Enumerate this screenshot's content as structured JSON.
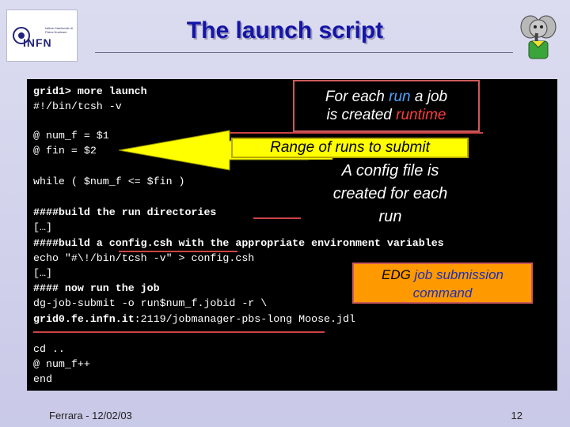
{
  "slide": {
    "title": "The launch script",
    "logo": {
      "name": "INFN",
      "subtitle": "Istituto Nazionale di Fisica Nucleare"
    },
    "code_lines": [
      {
        "text": "grid1> more launch",
        "bold": true
      },
      {
        "text": "#!/bin/tcsh -v"
      },
      {
        "text": "@ num_f = $1"
      },
      {
        "text": "@ fin = $2"
      },
      {
        "text": "while ( $num_f <= $fin )"
      },
      {
        "text": "####build the run directories",
        "bold": true
      },
      {
        "text": "[…]"
      },
      {
        "text": "####build a config.csh with the appropriate environment variables",
        "bold": true
      },
      {
        "text": "echo \"#\\!/bin/tcsh -v\" > config.csh"
      },
      {
        "text": "[…]"
      },
      {
        "text": "#### now run the job",
        "bold": true
      },
      {
        "text": "dg-job-submit -o run$num_f.jobid -r \\"
      },
      {
        "host": "grid0.fe.infn.it",
        "rest": ":2119/jobmanager-pbs-long Moose.jdl"
      },
      {
        "text": "cd .."
      },
      {
        "text": "@ num_f++"
      },
      {
        "text": "end"
      }
    ],
    "callouts": {
      "run_job": {
        "pre": "For each ",
        "run": "run",
        "mid": " a job",
        "line2pre": "is created ",
        "runtime": "runtime"
      },
      "range": "Range of runs to submit",
      "config": {
        "line1": "A config file is",
        "line2": "created for each",
        "line3": "run"
      },
      "edg": {
        "prefix": "EDG ",
        "job": "job submission",
        "line2": "command"
      }
    },
    "footer": {
      "left": "Ferrara - 12/02/03",
      "page": "12"
    },
    "colors": {
      "title": "#1515a8",
      "code_bg": "#000000",
      "callout_orange": "#ff9900",
      "callout_yellow": "#ffff00",
      "arrow": "#ffff00"
    }
  }
}
